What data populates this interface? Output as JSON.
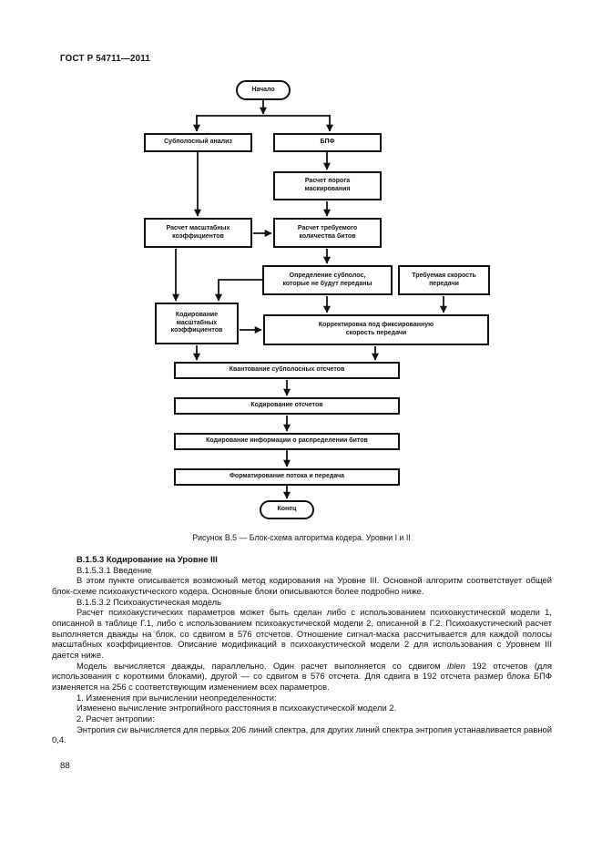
{
  "page": {
    "header": "ГОСТ Р 54711—2011",
    "page_number": "88"
  },
  "flowchart": {
    "caption": "Рисунок В.5 — Блок-схема алгоритма кодера. Уровни I и II",
    "nodes": {
      "start": "Начало",
      "subband_analysis": "Субполосный анализ",
      "fft": "БПФ",
      "masking_threshold": "Расчет порога\nмаскирования",
      "scalefactor_calc": "Расчет масштабных\nкоэффициентов",
      "bits_calc": "Расчет требуемого\nколичества битов",
      "subband_select": "Определение субполос,\nкоторые не будут переданы",
      "required_bitrate": "Требуемая скорость\nпередачи",
      "scalefactor_coding": "Кодирование\nмасштабных\nкоэффициентов",
      "rate_adjust": "Корректировка под фиксированную\nскорость передачи",
      "quantize": "Квантование субполосных отсчетов",
      "sample_coding": "Кодирование отсчетов",
      "bitalloc_coding": "Кодирование информации о распределении битов",
      "format_stream": "Форматирование потока и передача",
      "end": "Конец"
    }
  },
  "content": {
    "heading": "В.1.5.3 Кодирование на Уровне III",
    "sub1": "В.1.5.3.1 Введение",
    "p1": "В этом пункте описывается возможный метод кодирования на Уровне III. Основной алгоритм соответствует общей блок-схеме психоакустического кодера. Основные блоки описываются более подробно ниже.",
    "sub2": "В.1.5.3.2 Психоакустическая модель",
    "p2": "Расчет психоакустических параметров может быть сделан либо с использованием психоакустической модели 1, описанной в таблице Г.1, либо с использованием психоакустической модели 2, описанной в Г.2. Психоакустический расчет выполняется дважды на блок, со сдвигом в 576 отсчетов. Отношение сигнал-маска рассчитывается для каждой полосы масштабных коэффициентов. Описание модификаций в психоакустической модели 2 для использования с Уровнем III дается ниже.",
    "p3_before": "Модель вычисляется дважды, параллельно. Один расчет выполняется со сдвигом ",
    "p3_italic": "iblen",
    "p3_after": " 192 отсчетов (для использования с короткими блоками), другой — со сдвигом в 576 отсчета. Для сдвига в 192 отсчета размер блока БПФ изменяется на 256 с соответствующим изменением всех параметров.",
    "list1": "1. Изменения при вычислении неопределенности:",
    "list1_text": "Изменено вычисление энтропийного расстояния в психоакустической модели 2.",
    "list2": "2. Расчет энтропии:",
    "p4_before": "Энтропия ",
    "p4_italic": "cw",
    "p4_after": " вычисляется для первых 206 линий спектра, для других линий спектра энтропия устанавливается равной 0,4."
  }
}
